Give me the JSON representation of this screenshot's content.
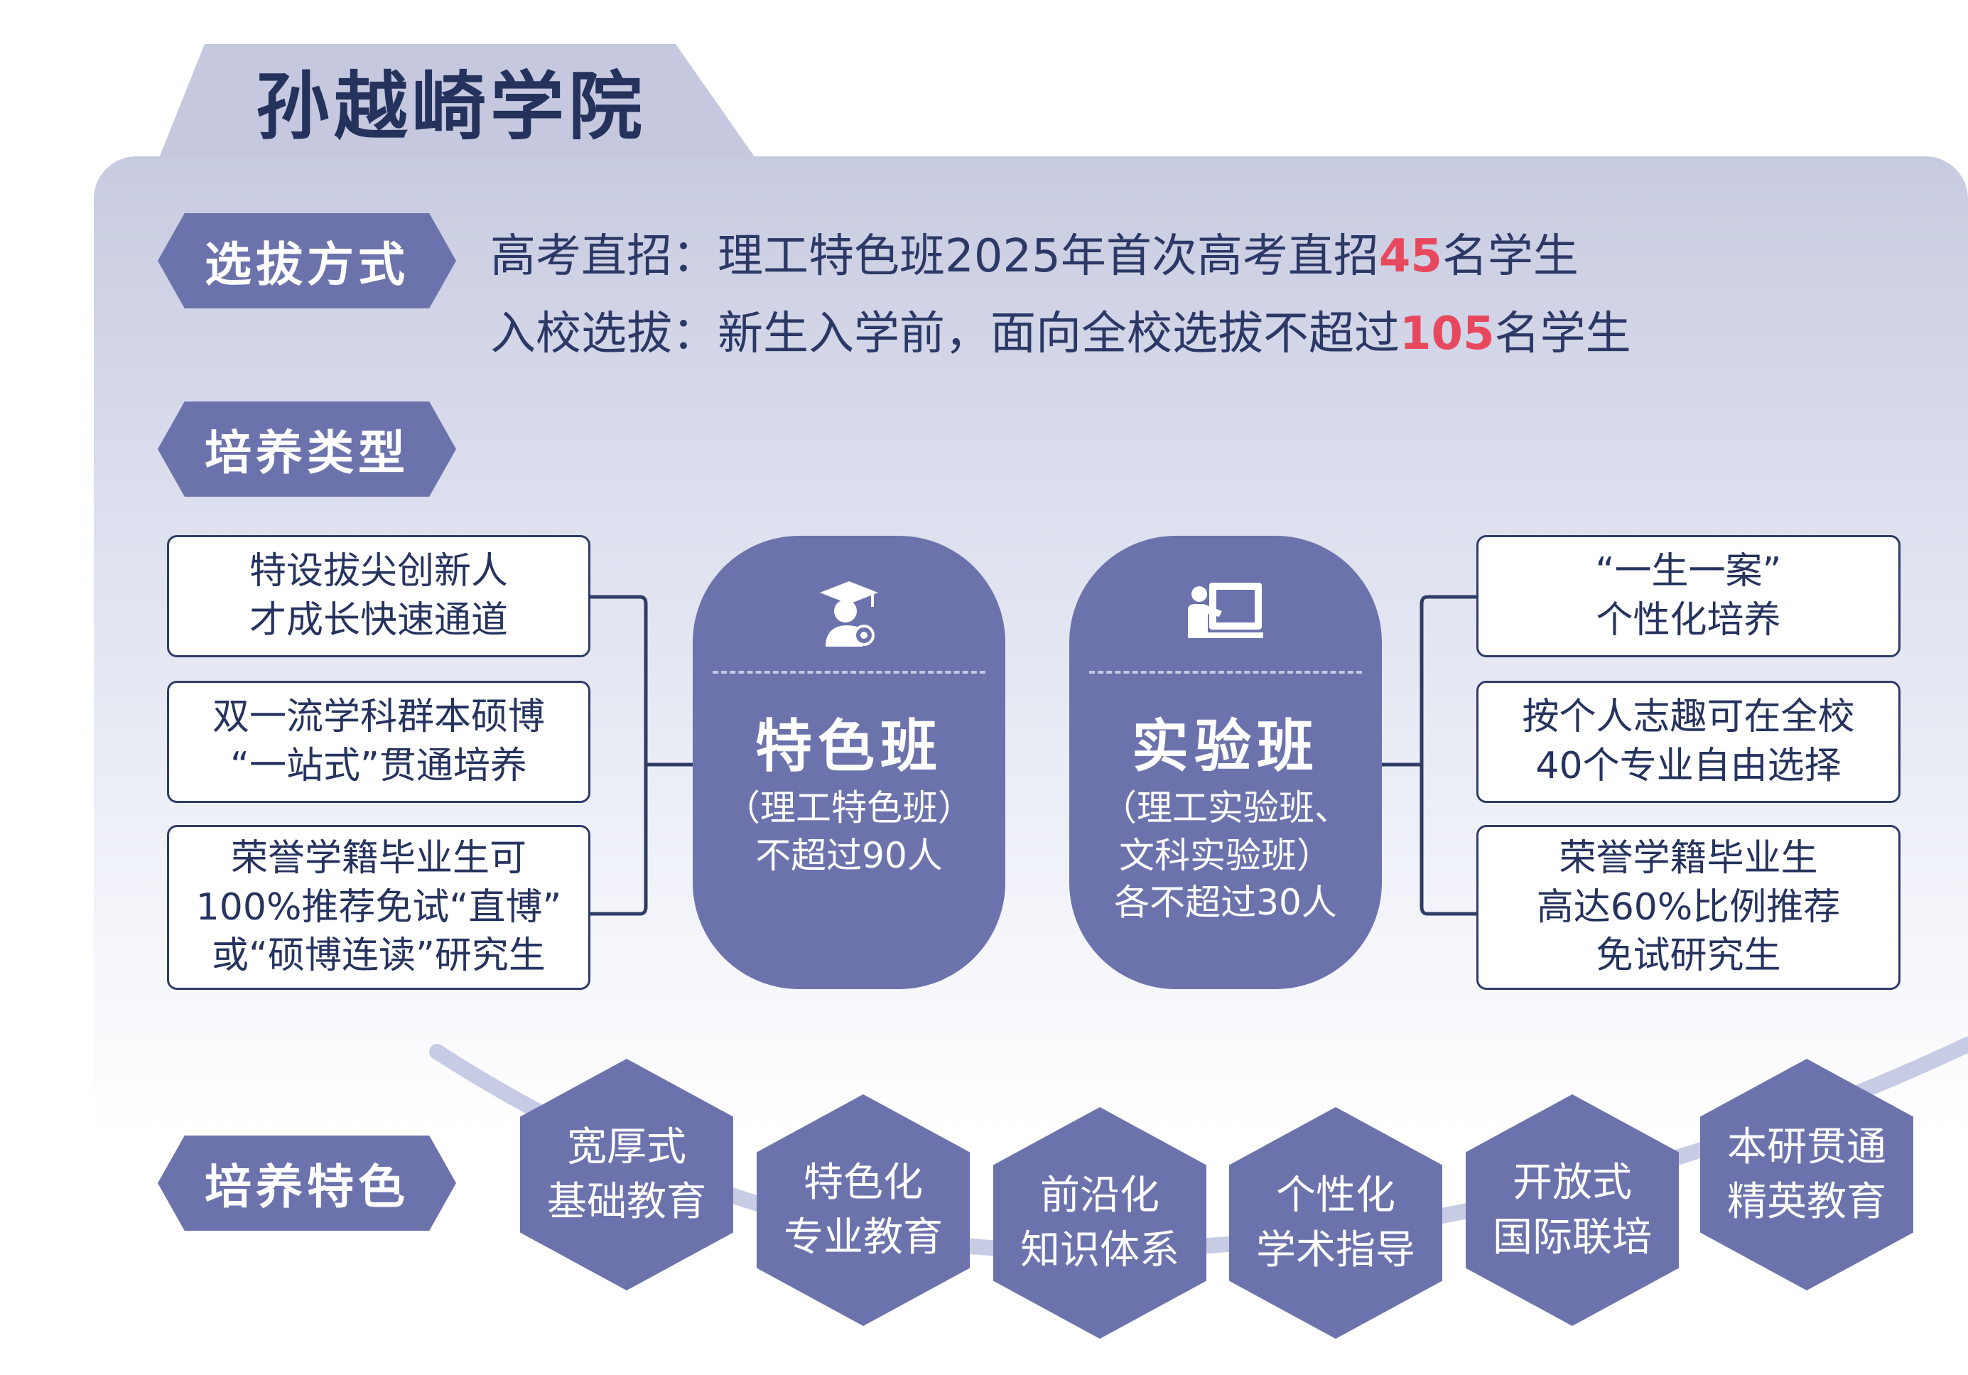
{
  "header": {
    "title": "孙越崎学院"
  },
  "selection": {
    "label": "选拔方式",
    "lines": [
      {
        "prefix": "高考直招：理工特色班2025年首次高考直招",
        "number": "45",
        "suffix": "名学生"
      },
      {
        "prefix": "入校选拔：新生入学前，面向全校选拔不超过",
        "number": "105",
        "suffix": "名学生"
      }
    ]
  },
  "training_types": {
    "label": "培养类型",
    "left_boxes": [
      {
        "text": "特设拔尖创新人\n才成长快速通道"
      },
      {
        "text": "双一流学科群本硕博\n“一站式”贯通培养"
      },
      {
        "text": "荣誉学籍毕业生可\n100%推荐免试“直博”\n或“硕博连读”研究生"
      }
    ],
    "classes": [
      {
        "icon": "graduate-icon",
        "title": "特色班",
        "subtitle": "（理工特色班）\n不超过90人"
      },
      {
        "icon": "teacher-board-icon",
        "title": "实验班",
        "subtitle": "（理工实验班、\n文科实验班）\n各不超过30人"
      }
    ],
    "right_boxes": [
      {
        "text": "“一生一案”\n个性化培养"
      },
      {
        "text": "按个人志趣可在全校\n40个专业自由选择"
      },
      {
        "text": "荣誉学籍毕业生\n高达60%比例推荐\n免试研究生"
      }
    ]
  },
  "features": {
    "label": "培养特色",
    "items": [
      {
        "text": "宽厚式\n基础教育"
      },
      {
        "text": "特色化\n专业教育"
      },
      {
        "text": "前沿化\n知识体系"
      },
      {
        "text": "个性化\n学术指导"
      },
      {
        "text": "开放式\n国际联培"
      },
      {
        "text": "本研贯通\n精英教育"
      }
    ]
  },
  "colors": {
    "accent": "#6c73ac",
    "highlight": "#e8485d",
    "text": "#26335f",
    "border": "#2f3c66"
  }
}
